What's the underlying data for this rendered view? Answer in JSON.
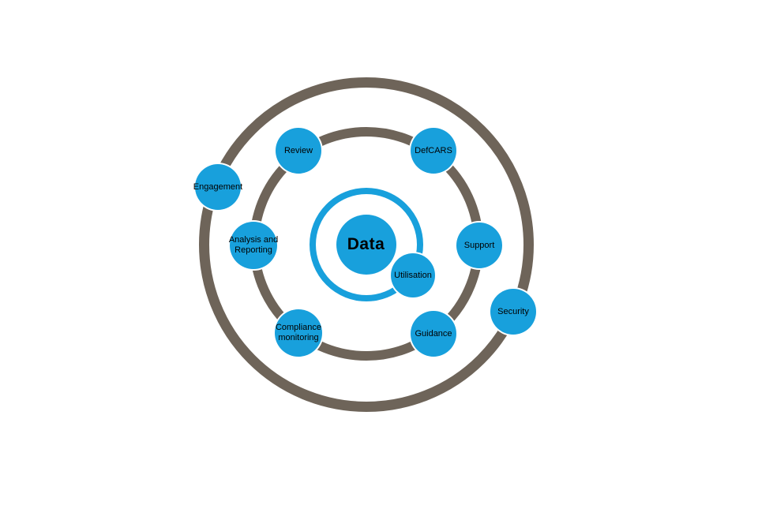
{
  "diagram": {
    "background": "#ffffff",
    "colors": {
      "node_fill": "#18a0dc",
      "ring_gray": "#6e6459",
      "ring_blue": "#18a0dc",
      "label_text": "#000000",
      "node_outline": "#ffffff"
    },
    "center": {
      "label": "Data"
    },
    "nodes": [
      {
        "id": "review",
        "label": "Review",
        "ring": "middle"
      },
      {
        "id": "defcars",
        "label": "DefCARS",
        "ring": "middle"
      },
      {
        "id": "engagement",
        "label": "Engagement",
        "ring": "outer"
      },
      {
        "id": "analysis-and-reporting",
        "label": "Analysis and Reporting",
        "ring": "middle"
      },
      {
        "id": "support",
        "label": "Support",
        "ring": "middle"
      },
      {
        "id": "utilisation",
        "label": "Utilisation",
        "ring": "inner"
      },
      {
        "id": "security",
        "label": "Security",
        "ring": "outer"
      },
      {
        "id": "compliance-monitoring",
        "label": "Compliance monitoring",
        "ring": "middle"
      },
      {
        "id": "guidance",
        "label": "Guidance",
        "ring": "middle"
      }
    ]
  }
}
